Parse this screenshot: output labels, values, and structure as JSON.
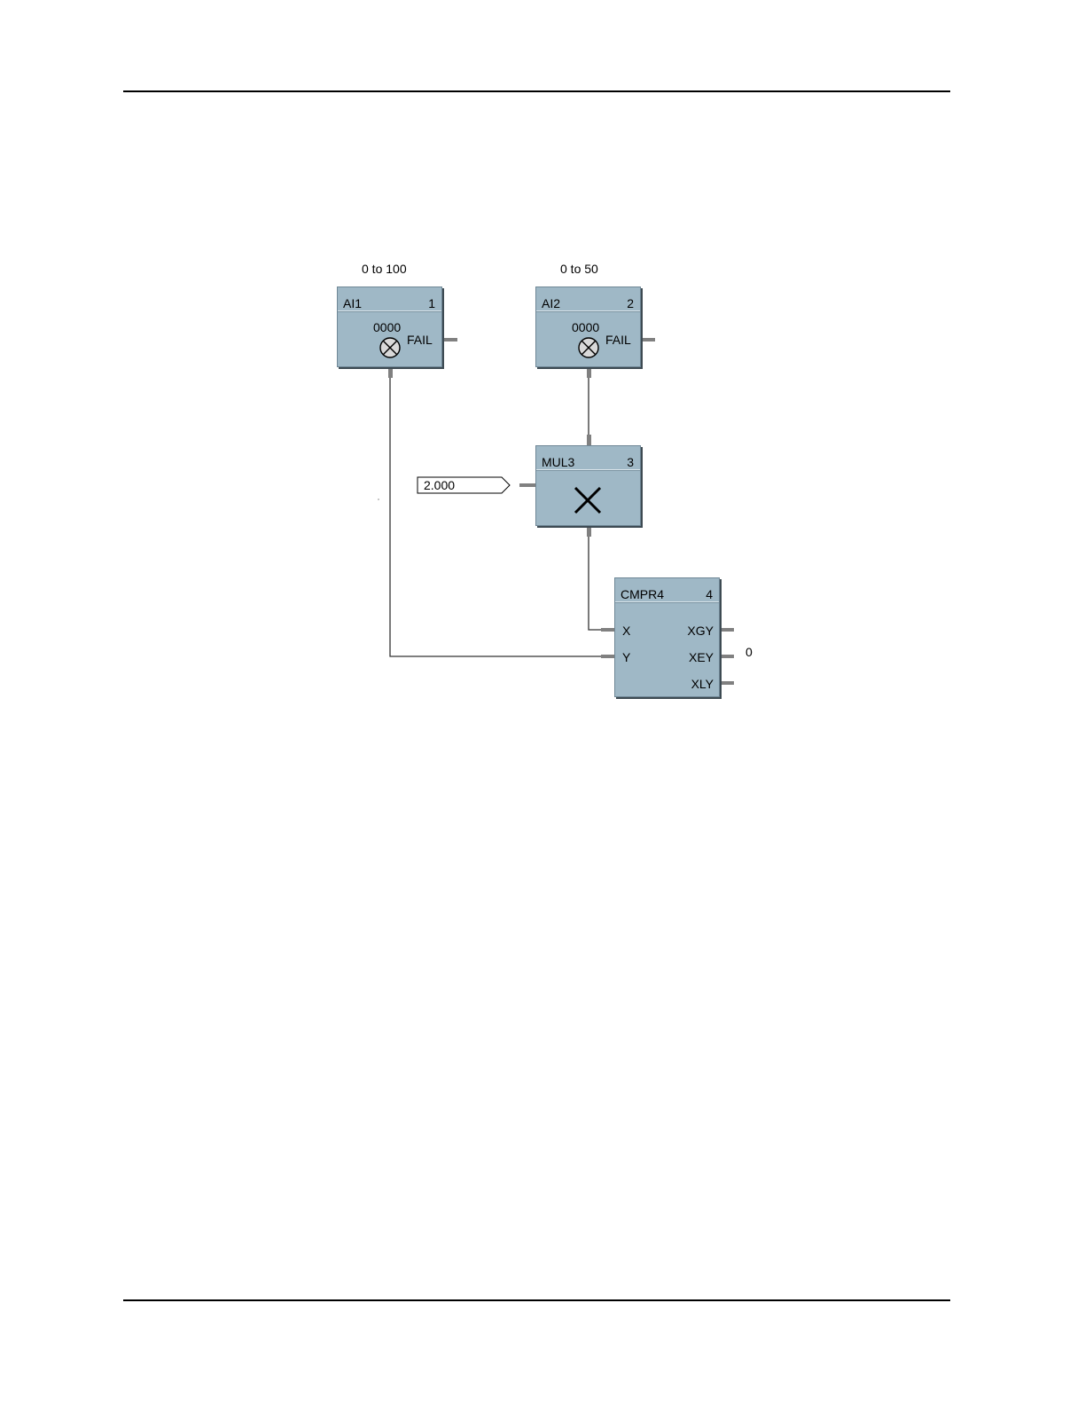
{
  "blocks": {
    "ai1": {
      "name": "AI1",
      "number": "1",
      "range": "0 to 100",
      "value": "0000",
      "output": "FAIL"
    },
    "ai2": {
      "name": "AI2",
      "number": "2",
      "range": "0 to 50",
      "value": "0000",
      "output": "FAIL"
    },
    "mul3": {
      "name": "MUL3",
      "number": "3",
      "operator_icon": "multiply-icon",
      "constant_input": "2.000"
    },
    "cmpr4": {
      "name": "CMPR4",
      "number": "4",
      "inputs": [
        "X",
        "Y"
      ],
      "outputs": [
        "XGY",
        "XEY",
        "XLY"
      ],
      "xey_value": "0"
    }
  }
}
